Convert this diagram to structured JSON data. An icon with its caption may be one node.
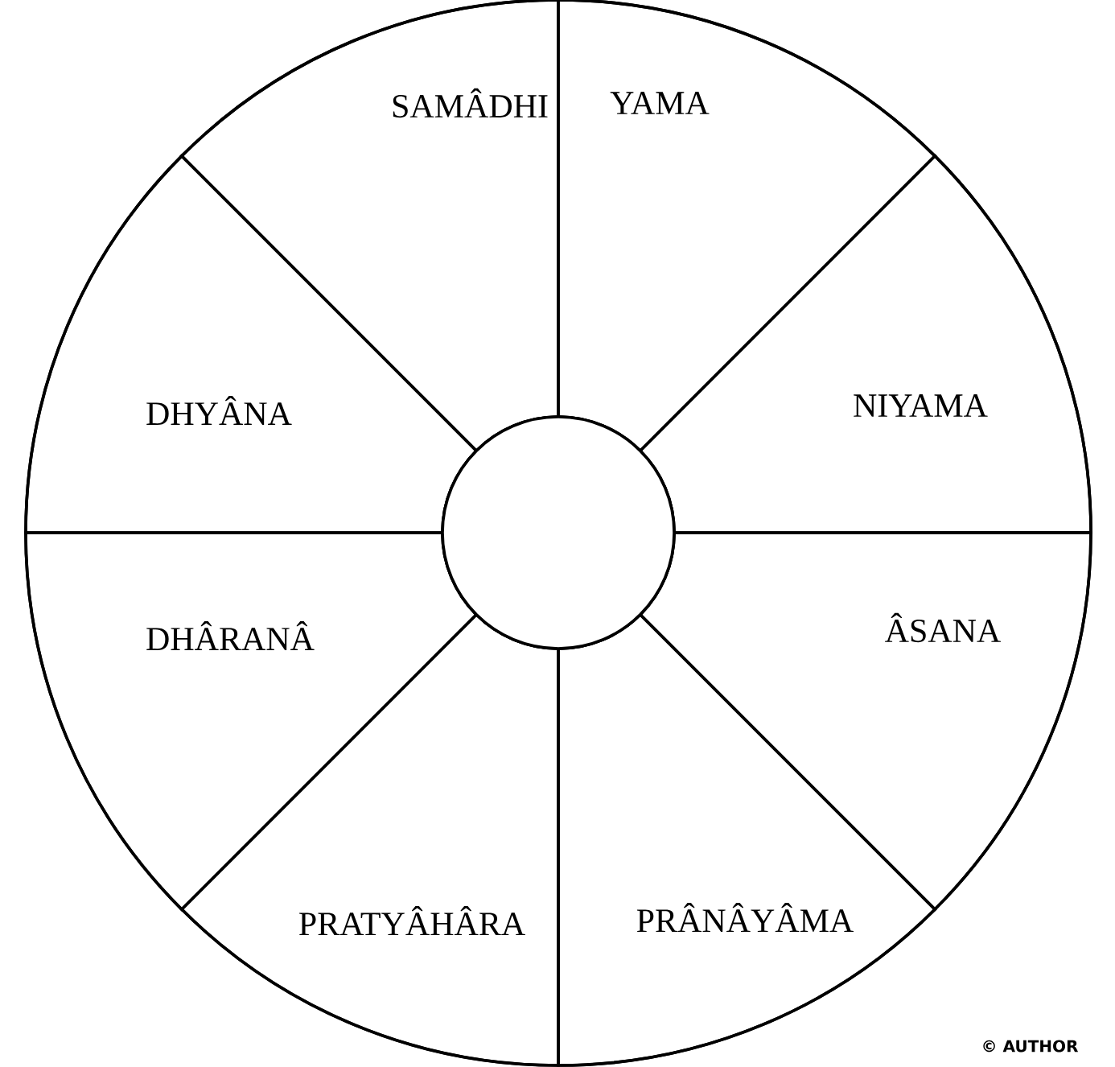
{
  "diagram": {
    "nodes": [
      {
        "text": [],
        "shape": "circle"
      },
      {
        "text": [],
        "shape": "circle",
        "in": 0
      },
      {
        "text": [
          "YAMA"
        ],
        "in": 0
      },
      {
        "text": [
          "NIYAMA"
        ],
        "in": 0
      },
      {
        "text": [
          "ÂSANA"
        ],
        "in": 0
      },
      {
        "text": [
          "PRÂNÂYÂMA"
        ],
        "in": 0
      },
      {
        "text": [
          "PRATYÂHÂRA"
        ],
        "in": 0
      },
      {
        "text": [
          "DHÂRANÂ"
        ],
        "in": 0
      },
      {
        "text": [
          "DHYÂNA"
        ],
        "in": 0
      },
      {
        "text": [
          "SAMÂDHI"
        ],
        "in": 0
      }
    ],
    "labels": [
      "© AUTHOR"
    ]
  }
}
